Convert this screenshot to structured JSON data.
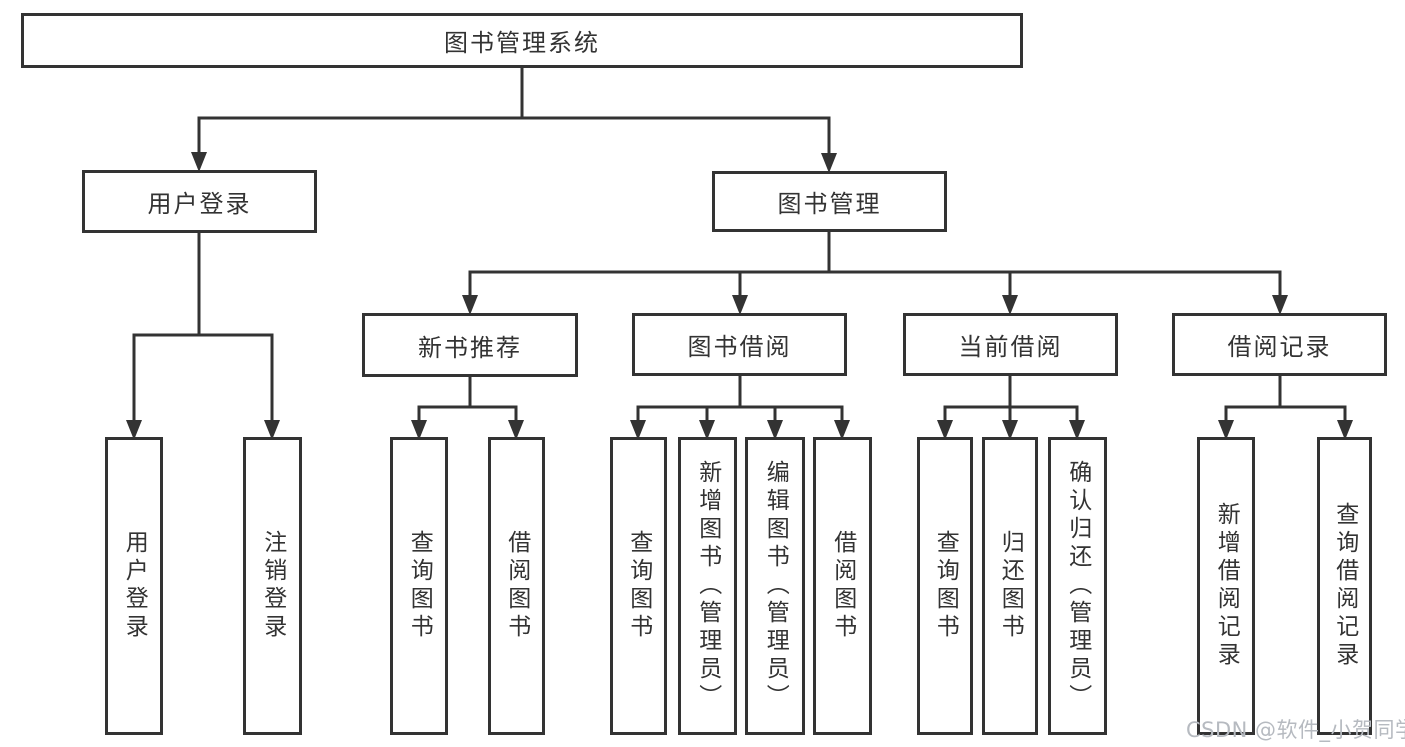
{
  "tree": {
    "label": "图书管理系统",
    "children": [
      {
        "label": "用户登录",
        "children": [
          {
            "label": "用户登录"
          },
          {
            "label": "注销登录"
          }
        ]
      },
      {
        "label": "图书管理",
        "children": [
          {
            "label": "新书推荐",
            "children": [
              {
                "label": "查询图书"
              },
              {
                "label": "借阅图书"
              }
            ]
          },
          {
            "label": "图书借阅",
            "children": [
              {
                "label": "查询图书"
              },
              {
                "label": "新增图书（管理员）"
              },
              {
                "label": "编辑图书（管理员）"
              },
              {
                "label": "借阅图书"
              }
            ]
          },
          {
            "label": "当前借阅",
            "children": [
              {
                "label": "查询图书"
              },
              {
                "label": "归还图书"
              },
              {
                "label": "确认归还（管理员）"
              }
            ]
          },
          {
            "label": "借阅记录",
            "children": [
              {
                "label": "新增借阅记录"
              },
              {
                "label": "查询借阅记录"
              }
            ]
          }
        ]
      }
    ]
  },
  "watermark": {
    "text": "CSDN @软件_小贺同学"
  },
  "colors": {
    "line": "#333333",
    "text": "#333333",
    "watermark": "#b6bac0",
    "background": "#ffffff"
  }
}
